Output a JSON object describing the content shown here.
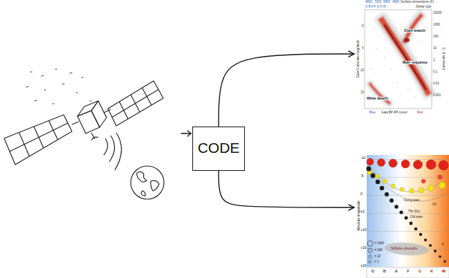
{
  "diagram": {
    "nodes": [
      {
        "text": [
          "CODE"
        ]
      },
      {
        "text": [
          "9800",
          "7300",
          "5800",
          "4800",
          "Surface temperature (K)",
          "O B A F G K M",
          "Stellar type",
          "Gaia G absolute magnitude",
          "0",
          "5",
          "10",
          "15",
          "Giant branch",
          "Main sequence",
          "White dwarfs",
          "10000",
          "1000",
          "100",
          "10",
          "1",
          "0.1",
          "0.01",
          "0.001",
          "Luminosity (L☉)",
          "← Blue",
          "Gaia BP-RP colour",
          "Red →"
        ]
      },
      {
        "text": [
          "Absolute magnitude",
          "-10",
          "-5",
          "0",
          "+5",
          "+10",
          "+15",
          "+20",
          "O",
          "B",
          "A",
          "F",
          "G",
          "K",
          "M",
          "IV",
          "Young stars",
          "The Sun",
          "Old stars",
          "V",
          "White dwarfs"
        ]
      }
    ],
    "edges": [
      {
        "from": 0,
        "to": 1,
        "arrow": "to"
      },
      {
        "from": 0,
        "to": 2,
        "arrow": "to"
      }
    ],
    "legend": [
      {
        "text": "= 1000"
      },
      {
        "text": "= 100"
      },
      {
        "text": "= 10"
      },
      {
        "text": "= 1"
      }
    ]
  }
}
